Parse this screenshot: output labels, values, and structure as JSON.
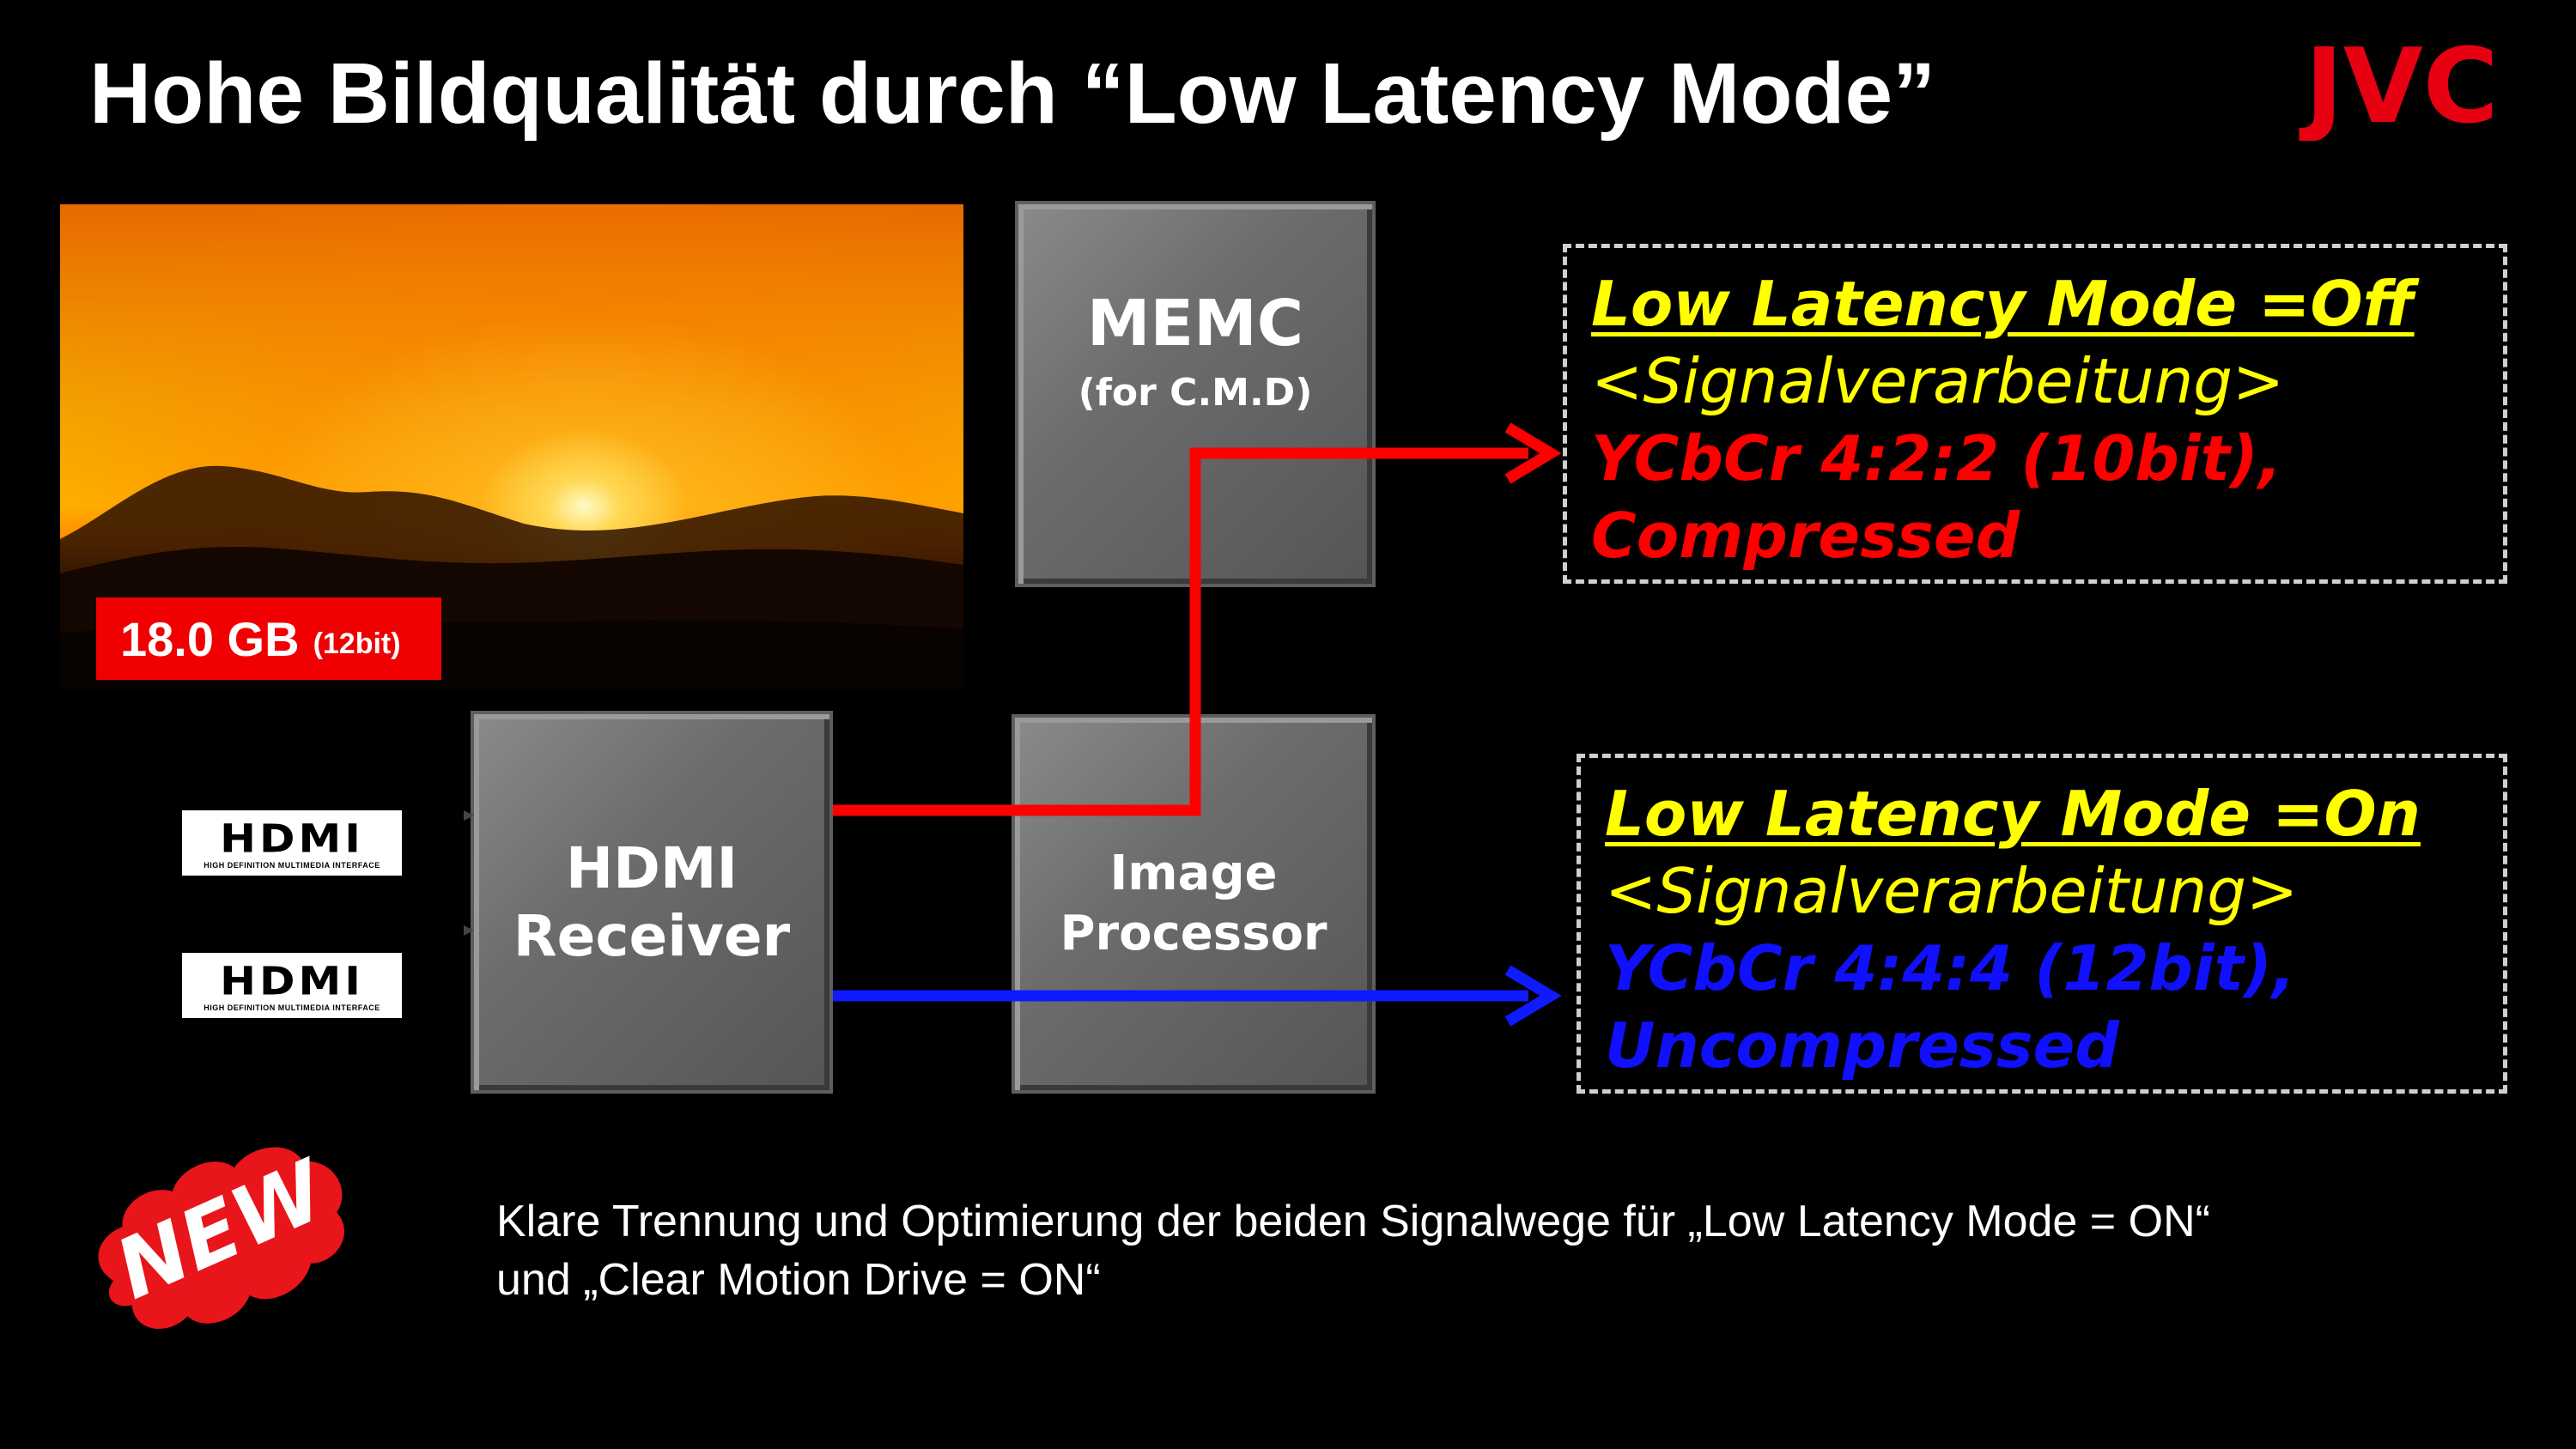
{
  "title": "Hohe Bildqualität durch “Low Latency Mode”",
  "brand": {
    "name": "JVC",
    "color": "#e60012"
  },
  "photo_badge": {
    "main": "18.0 GB",
    "sub": "(12bit)"
  },
  "blocks": {
    "memc": {
      "line1": "MEMC",
      "line2": "(for C.M.D)"
    },
    "hdmi_receiver": {
      "line1": "HDMI",
      "line2": "Receiver"
    },
    "image_processor": {
      "line1": "Image",
      "line2": "Processor"
    }
  },
  "hdmi_logo": {
    "big": "HDMI",
    "small": "HIGH DEFINITION MULTIMEDIA INTERFACE"
  },
  "modes": {
    "off": {
      "title": "Low Latency Mode =Off",
      "subtitle": "<Signalverarbeitung>",
      "line3": "YCbCr 4:2:2 (10bit),",
      "line4": "Compressed",
      "color": "#ff0000"
    },
    "on": {
      "title": "Low Latency Mode =On",
      "subtitle": "<Signalverarbeitung>",
      "line3": "YCbCr 4:4:4 (12bit),",
      "line4": "Uncompressed",
      "color": "#1010ff"
    }
  },
  "new_badge": "NEW",
  "caption": {
    "line1": "Klare Trennung und Optimierung der beiden Signalwege für „Low Latency Mode = ON“",
    "line2": "und „Clear Motion Drive = ON“"
  }
}
